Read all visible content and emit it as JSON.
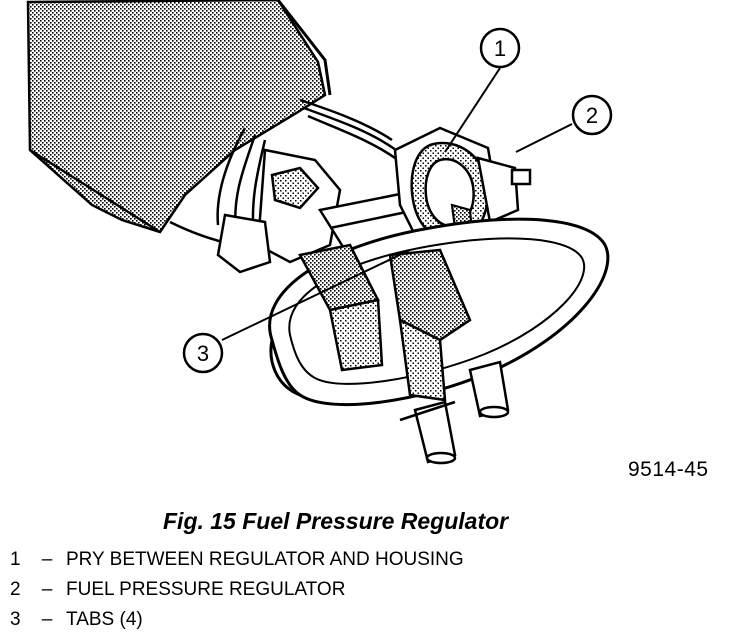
{
  "figure": {
    "code": "9514-45",
    "caption": "Fig. 15 Fuel Pressure Regulator",
    "callouts": [
      "1",
      "2",
      "3"
    ]
  },
  "legend": [
    {
      "num": "1",
      "dash": "–",
      "text": "PRY BETWEEN REGULATOR AND HOUSING"
    },
    {
      "num": "2",
      "dash": "–",
      "text": "FUEL PRESSURE REGULATOR"
    },
    {
      "num": "3",
      "dash": "–",
      "text": "TABS (4)"
    }
  ]
}
